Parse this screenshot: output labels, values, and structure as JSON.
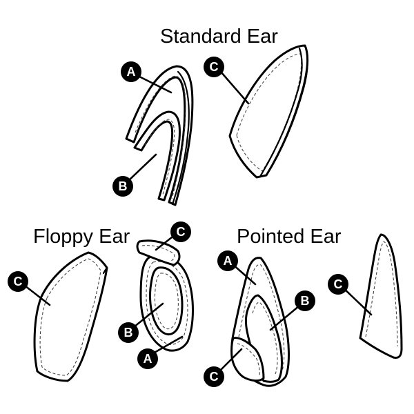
{
  "colors": {
    "ink": "#000000",
    "paper": "#ffffff",
    "stitch": "#444444",
    "badge_text": "#ffffff"
  },
  "titles": {
    "standard": "Standard Ear",
    "floppy": "Floppy Ear",
    "pointed": "Pointed Ear"
  },
  "badges": {
    "standard_a": "A",
    "standard_b": "B",
    "standard_c": "C",
    "floppy_c_left": "C",
    "floppy_c_top": "C",
    "floppy_b": "B",
    "floppy_a": "A",
    "pointed_a": "A",
    "pointed_b": "B",
    "pointed_c_bottom": "C",
    "pointed_c_right": "C"
  }
}
